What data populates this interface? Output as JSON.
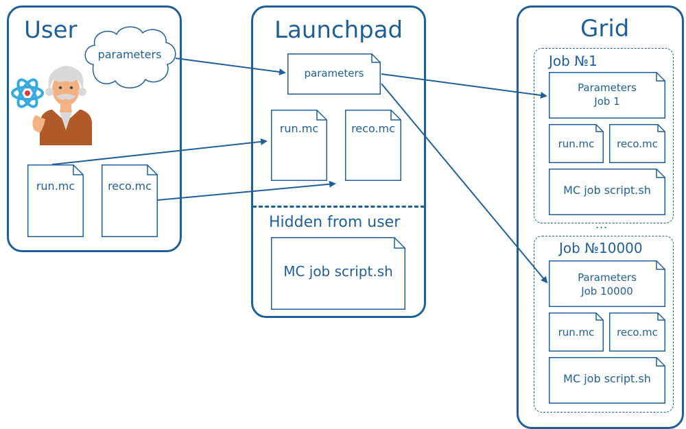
{
  "user": {
    "title": "User",
    "cloud_label": "parameters",
    "run_label": "run.mc",
    "reco_label": "reco.mc"
  },
  "launchpad": {
    "title": "Launchpad",
    "params_label": "parameters",
    "run_label": "run.mc",
    "reco_label": "reco.mc",
    "hidden_label": "Hidden from user",
    "script_label": "MC job script.sh"
  },
  "grid": {
    "title": "Grid",
    "ellipsis": "...",
    "jobs": [
      {
        "title": "Job №1",
        "params_line1": "Parameters",
        "params_line2": "Job 1",
        "run_label": "run.mc",
        "reco_label": "reco.mc",
        "script_label": "MC job script.sh"
      },
      {
        "title": "Job №10000",
        "params_line1": "Parameters",
        "params_line2": "Job 10000",
        "run_label": "run.mc",
        "reco_label": "reco.mc",
        "script_label": "MC job script.sh"
      }
    ]
  },
  "colors": {
    "accent": "#1f5f98",
    "skin": "#f4b183",
    "shirt": "#b05a2a",
    "hair": "#d9d9d9",
    "atom": "#36a9e1"
  }
}
